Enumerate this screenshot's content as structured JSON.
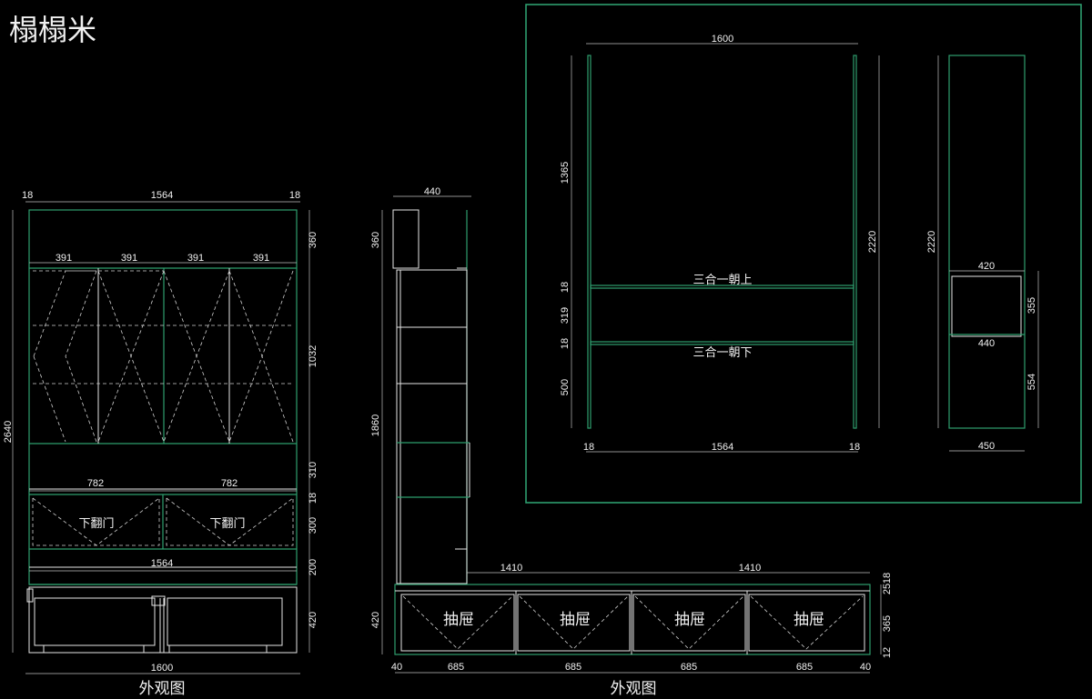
{
  "title": "榻榻米",
  "front_view": {
    "caption": "外观图",
    "top_dims": [
      "18",
      "1564",
      "18"
    ],
    "door_dims": [
      "391",
      "391",
      "391",
      "391"
    ],
    "mid_dims": [
      "782",
      "782"
    ],
    "flap_label": "下翻门",
    "inner_width": "1564",
    "total_width": "1600",
    "total_height": "2640",
    "right_dims": [
      "360",
      "1032",
      "310",
      "18",
      "300",
      "200",
      "420"
    ]
  },
  "side_view": {
    "caption": "外观图",
    "top_width": "440",
    "top_height": "360",
    "left_height": "1860",
    "left_bottom": "420",
    "bench_dims": [
      "1410",
      "1410"
    ],
    "drawer_label": "抽屉",
    "bottom_dims": [
      "40",
      "685",
      "685",
      "685",
      "685",
      "40"
    ],
    "right_dims": [
      "25",
      "18",
      "365",
      "12"
    ]
  },
  "detail": {
    "top_width": "1600",
    "left_dims": [
      "1365",
      "18",
      "319",
      "18",
      "500"
    ],
    "height": "2220",
    "shelf_up": "三合一朝上",
    "shelf_down": "三合一朝下",
    "bottom_dims": [
      "18",
      "1564",
      "18"
    ],
    "side_height": "2220",
    "side_top": "420",
    "side_mid": "440",
    "side_bottom": "450",
    "side_right": [
      "355",
      "554"
    ]
  }
}
